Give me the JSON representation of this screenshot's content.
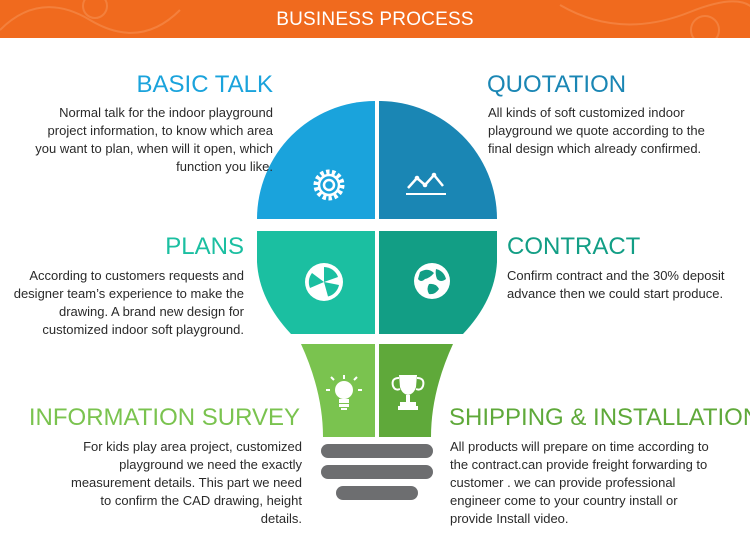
{
  "banner": {
    "title": "BUSINESS PROCESS",
    "color": "#f06a1e"
  },
  "steps": {
    "basic_talk": {
      "title": "BASIC TALK",
      "text": "Normal talk for the indoor playground project information, to know which area you want to plan, when will it open, which function you like.",
      "color": "#1aa3dc",
      "icon": "gear-icon"
    },
    "quotation": {
      "title": "QUOTATION",
      "text": "All kinds of soft customized indoor playground we quote according to the final design which already confirmed.",
      "color": "#1a86b4",
      "icon": "line-chart-icon"
    },
    "plans": {
      "title": "PLANS",
      "text": "According to customers requests and designer team’s experience to make the drawing. A brand new design for customized indoor soft playground.",
      "color": "#1bbfa1",
      "icon": "pie-chart-icon"
    },
    "contract": {
      "title": "CONTRACT",
      "text": "Confirm contract and the 30% deposit advance then we could start produce.",
      "color": "#129e85",
      "icon": "globe-icon"
    },
    "information_survey": {
      "title": "INFORMATION SURVEY",
      "text": "For kids play area project, customized playground we need the exactly measurement details. This part we need to confirm the CAD drawing, height details.",
      "color": "#7ac34f",
      "icon": "lightbulb-icon"
    },
    "shipping": {
      "title": "SHIPPING & INSTALLATION",
      "text": "All products will prepare on time according to the contract.can provide freight forwarding to customer . we can provide professional engineer come to your country install or provide Install video.",
      "color": "#5fa93a",
      "icon": "trophy-icon"
    }
  },
  "bulb_base_color": "#6d6e70"
}
